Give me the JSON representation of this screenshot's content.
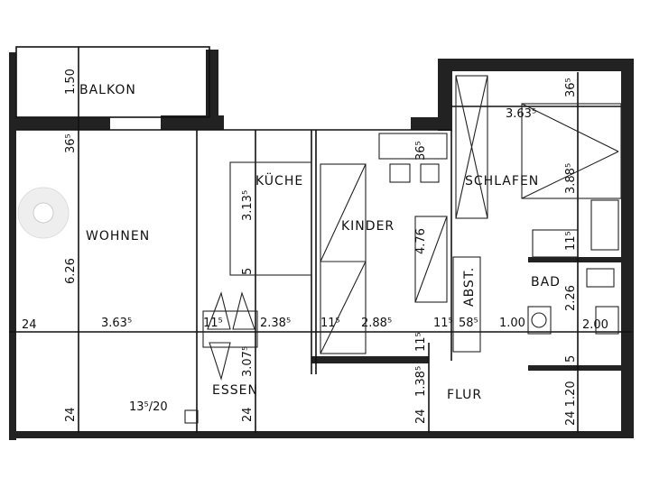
{
  "rooms": {
    "balkon": "BALKON",
    "wohnen": "WOHNEN",
    "kueche": "KÜCHE",
    "kinder": "KINDER",
    "schlafen": "SCHLAFEN",
    "essen": "ESSEN",
    "flur": "FLUR",
    "bad": "BAD",
    "abst": "ABST."
  },
  "dimensions": {
    "balkon_depth": "1.50",
    "wohnen_wall": "36⁵",
    "wohnen_depth": "6.26",
    "left_wall": "24",
    "wohnen_width": "3.63⁵",
    "kueche_depth": "3.13⁵",
    "kueche_5": "5",
    "wall_11a": "11⁵",
    "kueche_width": "2.38⁵",
    "essen_depth": "3.07⁵",
    "window": "13⁵/20",
    "bottom_24a": "24",
    "bottom_24b": "24",
    "kinder_wall": "36⁵",
    "kinder_depth": "4.76",
    "wall_11b": "11⁵",
    "kinder_width": "2.88⁵",
    "wall_11c": "11⁵",
    "wall_11d": "11⁵",
    "flur_depth": "1.38⁵",
    "bottom_24c": "24",
    "abst_width": "58⁵",
    "flur_width": "1.00",
    "schlafen_width": "3.63⁵",
    "schlafen_wall": "36⁵",
    "schlafen_depth": "3.88⁵",
    "wall_11e": "11⁵",
    "bad_depth": "2.26",
    "bad_width": "2.00",
    "bad_5": "5",
    "bottom_right": "24 1.20"
  }
}
